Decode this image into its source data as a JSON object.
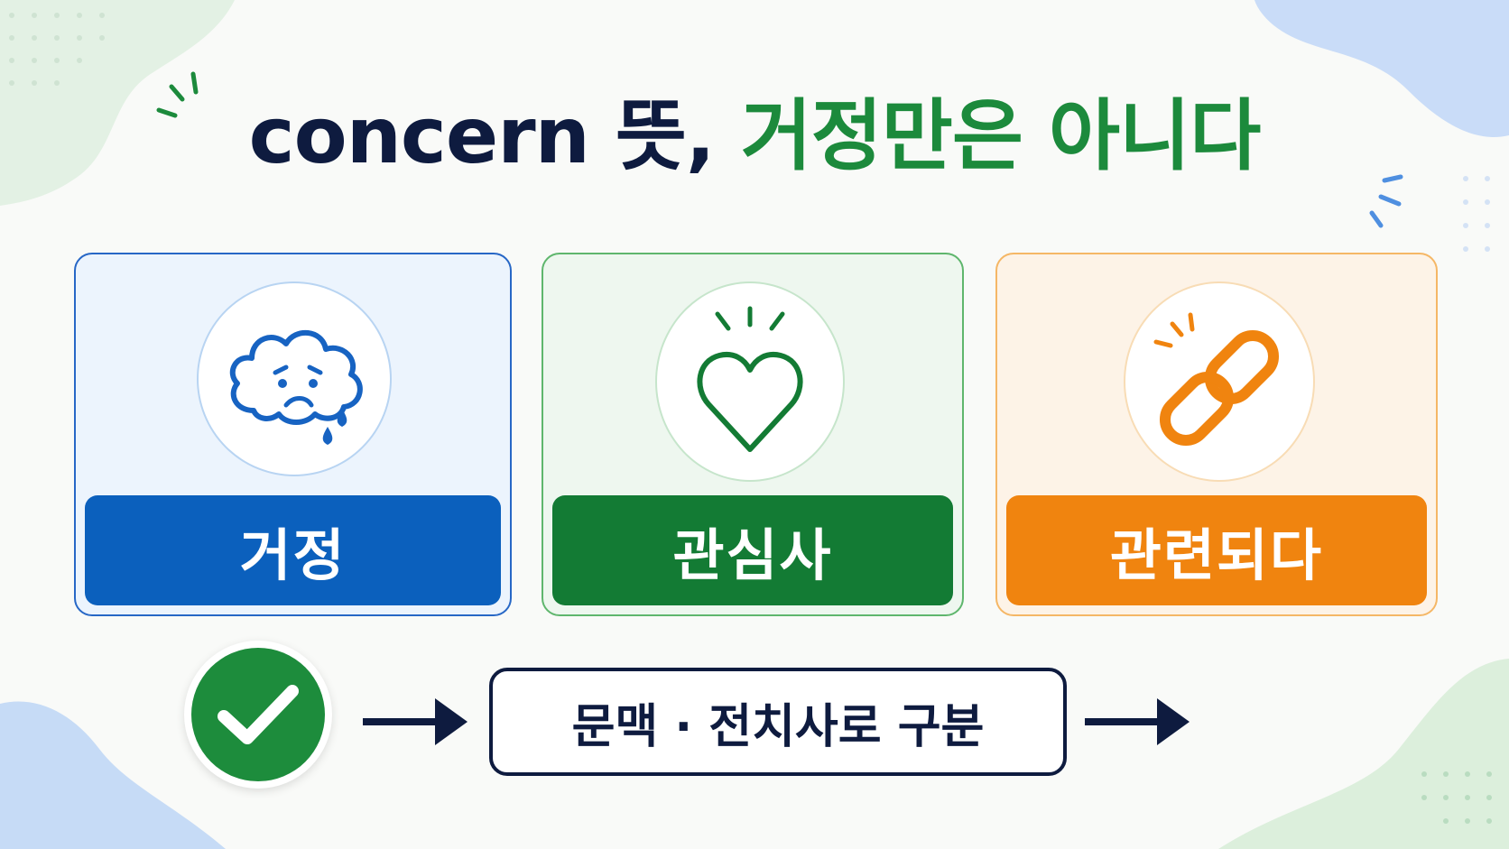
{
  "title": {
    "part_dark": "concern 뜻,",
    "part_green": "거정만은 아니다"
  },
  "cards": [
    {
      "label": "거정",
      "icon": "worried-cloud-icon",
      "color": "#0b60bd"
    },
    {
      "label": "관심사",
      "icon": "heart-icon",
      "color": "#137b34"
    },
    {
      "label": "관련되다",
      "icon": "chain-link-icon",
      "color": "#f0840f"
    }
  ],
  "check": {
    "icon": "check-icon",
    "color": "#1d8c3c"
  },
  "context": {
    "text": "문맥 · 전치사로 구분"
  },
  "colors": {
    "dark": "#0e1b3f",
    "green": "#1c8a3c",
    "blue": "#0b60bd",
    "orange": "#f0840f"
  }
}
